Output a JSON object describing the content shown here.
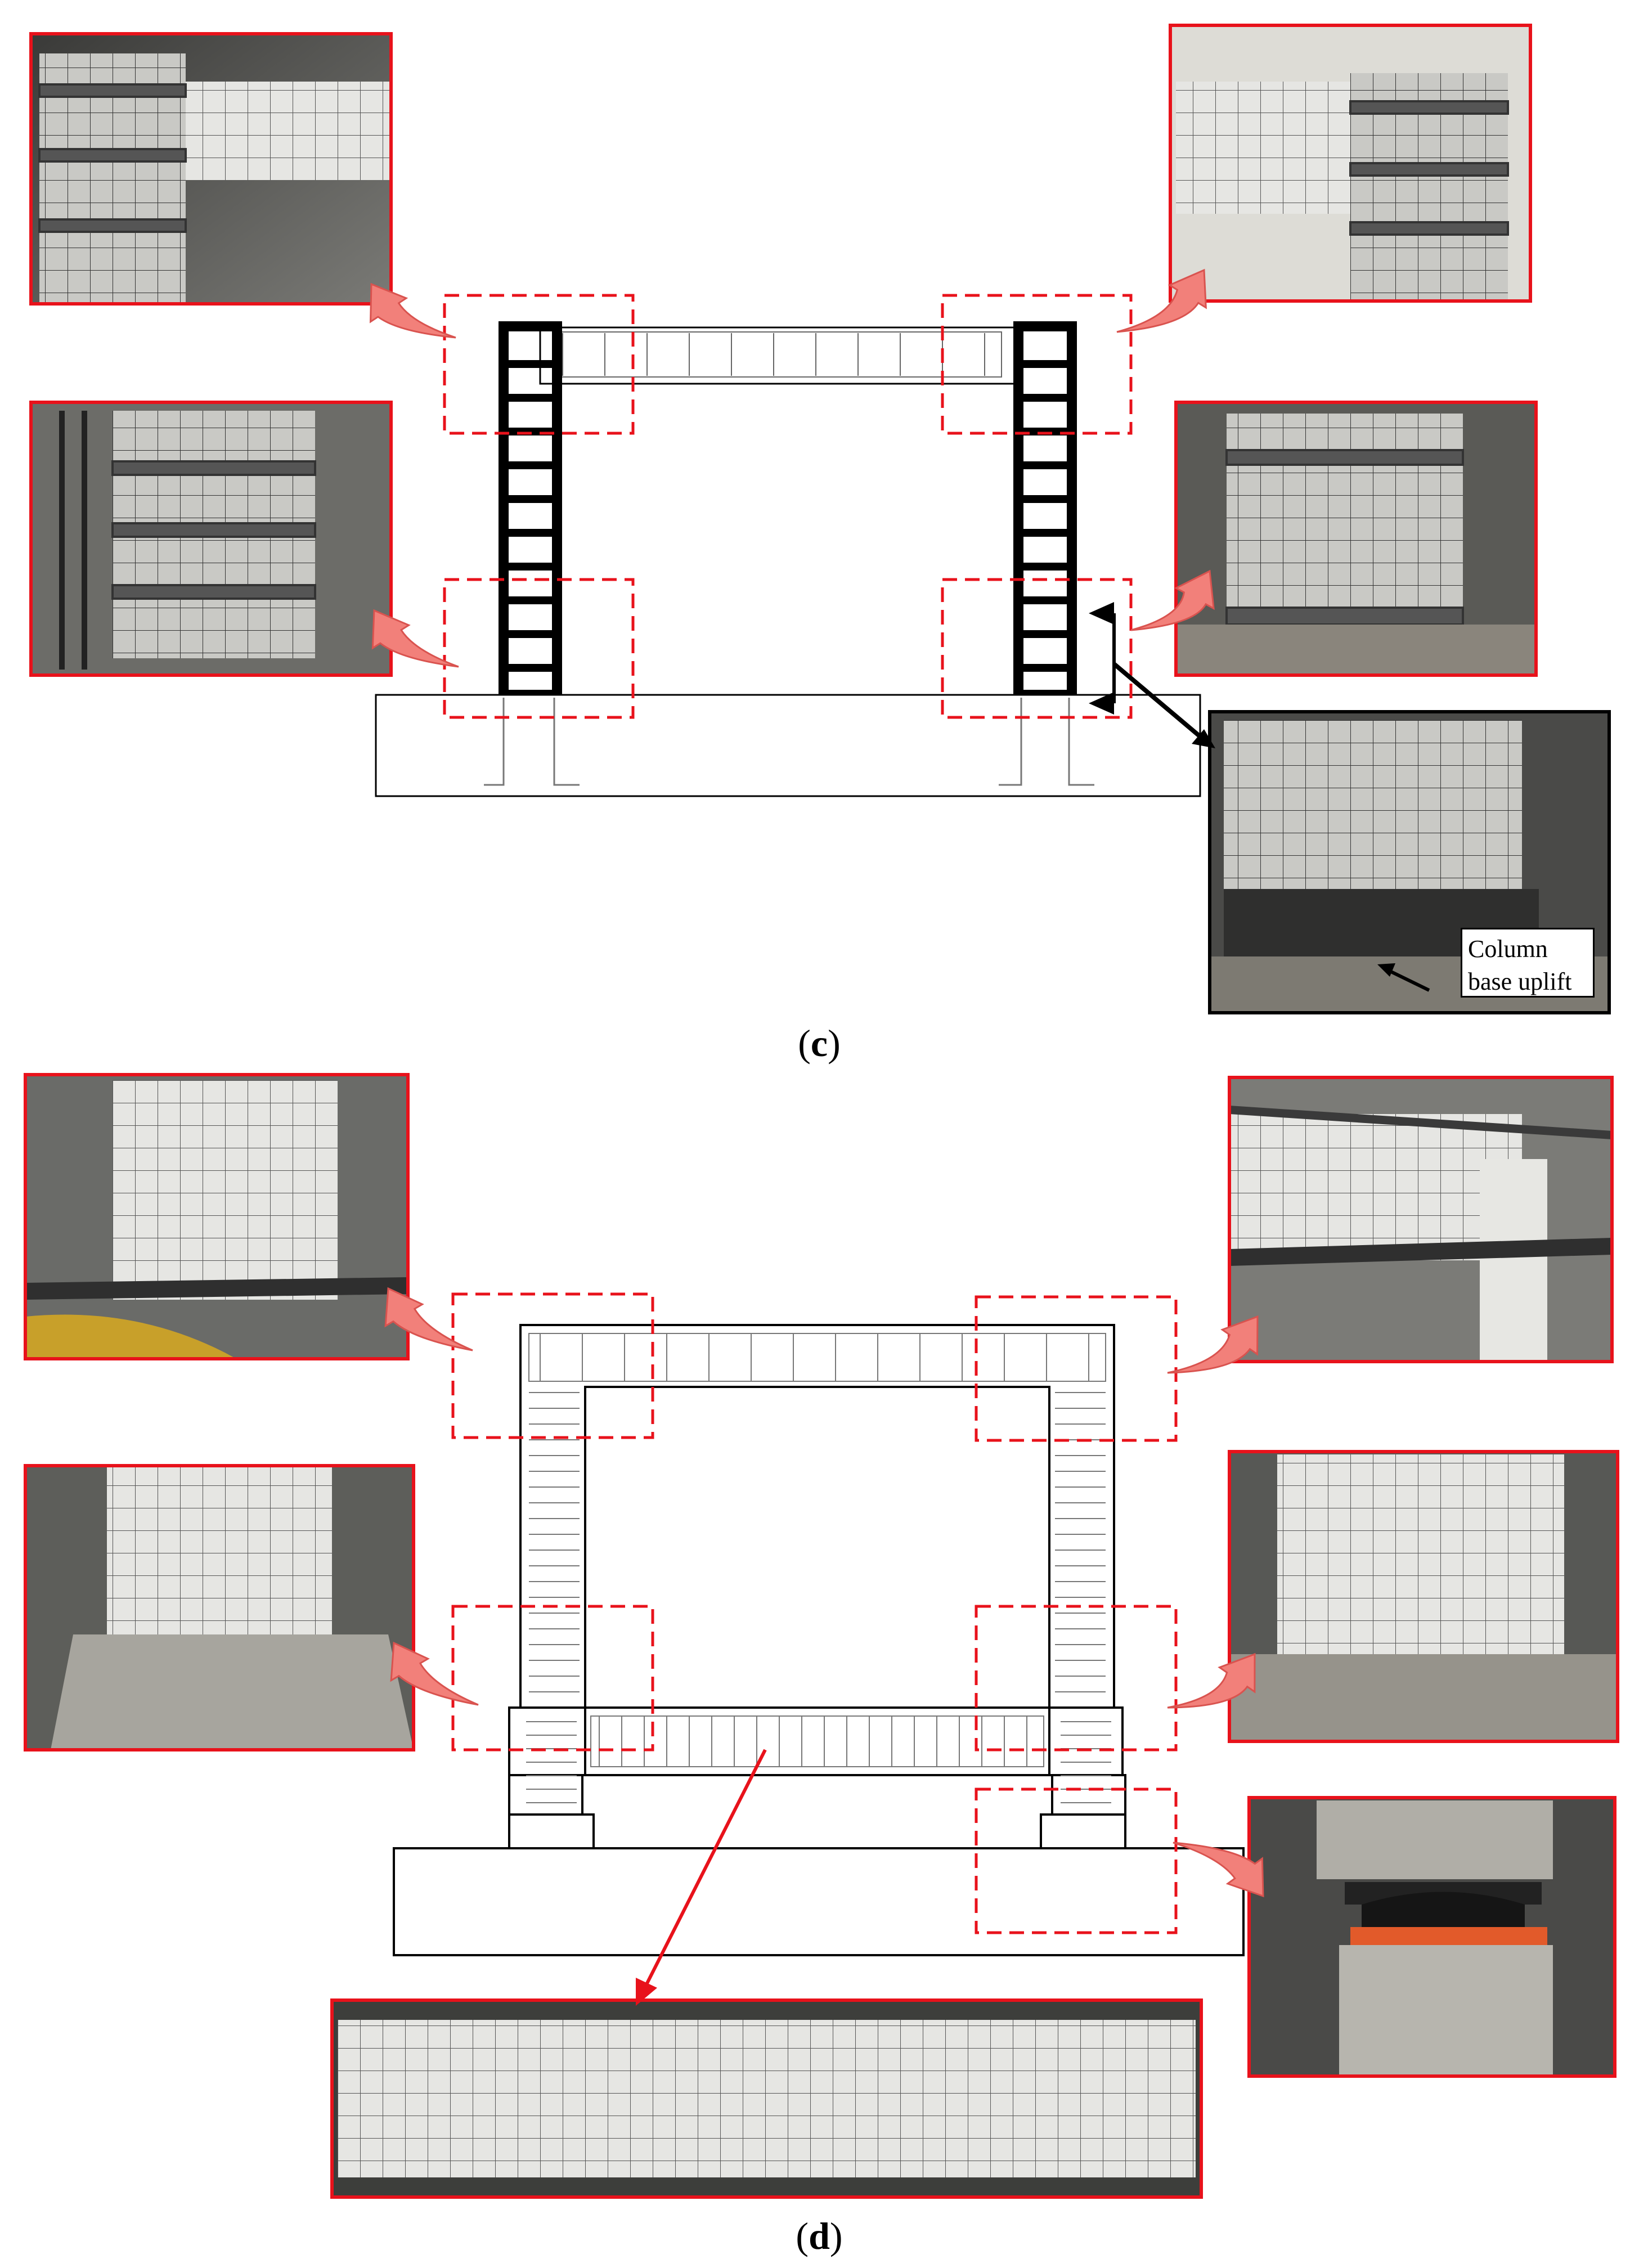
{
  "panels": [
    {
      "id": "c",
      "label_open": "(",
      "letter": "c",
      "label_close": ")"
    },
    {
      "id": "d",
      "label_open": "(",
      "letter": "d",
      "label_close": ")"
    }
  ],
  "annotations": {
    "column_base_uplift_line1": "Column",
    "column_base_uplift_line2": "base uplift"
  },
  "colors": {
    "highlight_frame": "#e8121b",
    "dashed_box": "#e8121b",
    "arrow_fill": "#f2807a",
    "arrow_stroke": "#d9534f",
    "steel_column": "#000000",
    "line": "#000000",
    "photo_light": "#d9d9d6",
    "photo_dark": "#4a4a48"
  }
}
